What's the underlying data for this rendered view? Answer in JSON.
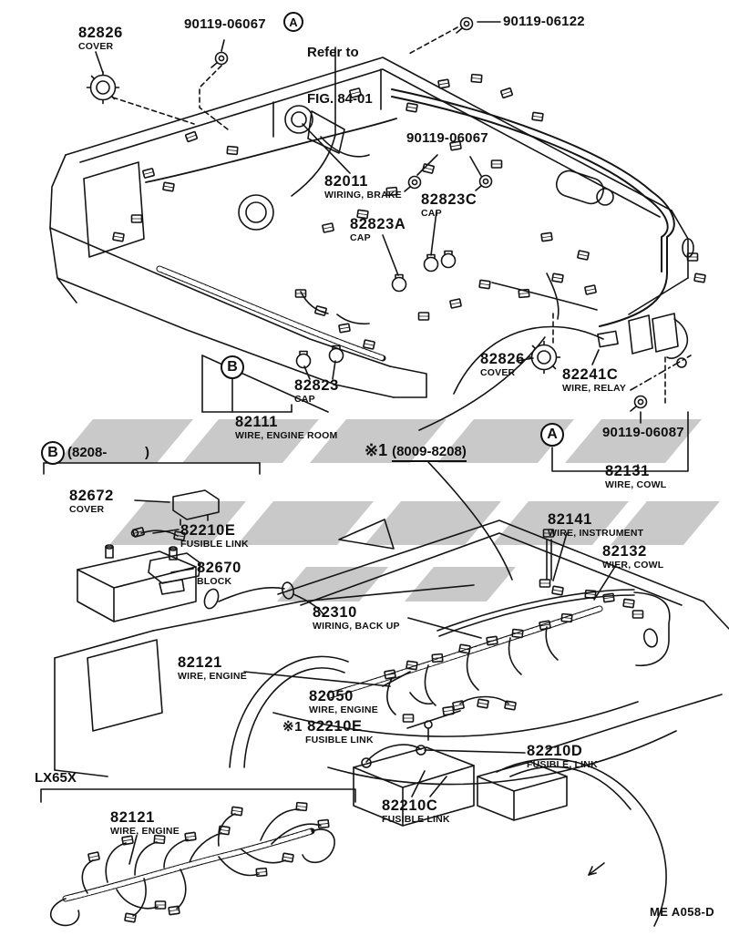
{
  "page": {
    "footer": "ME A058-D"
  },
  "notes": {
    "refer": {
      "line1": "Refer to",
      "line2": "FIG. 84-01"
    },
    "b_range": {
      "text": "(8208-          )"
    },
    "star_range": {
      "prefix": "※1",
      "range": "(8009-8208)"
    },
    "variant": "LX65X"
  },
  "markers": {
    "a_top": "A",
    "a_mid": "A",
    "b_top": "B",
    "b_note": "B"
  },
  "callouts": {
    "c82826_top": {
      "number": "82826",
      "desc": "COVER"
    },
    "bolt_06067_top": {
      "number": "90119-06067"
    },
    "bolt_06122": {
      "number": "90119-06122"
    },
    "bolt_06067_mid": {
      "number": "90119-06067"
    },
    "c82011": {
      "number": "82011",
      "desc": "WIRING, BRAKE"
    },
    "c82823c": {
      "number": "82823C",
      "desc": "CAP"
    },
    "c82823a": {
      "number": "82823A",
      "desc": "CAP"
    },
    "c82826_mid": {
      "number": "82826",
      "desc": "COVER"
    },
    "c82241c": {
      "number": "82241C",
      "desc": "WIRE, RELAY"
    },
    "bolt_06087": {
      "number": "90119-06087"
    },
    "c82131": {
      "number": "82131",
      "desc": "WIRE, COWL"
    },
    "c82823": {
      "number": "82823",
      "desc": "CAP"
    },
    "c82111": {
      "number": "82111",
      "desc": "WIRE, ENGINE ROOM"
    },
    "c82672": {
      "number": "82672",
      "desc": "COVER"
    },
    "c82210e": {
      "number": "82210E",
      "desc": "FUSIBLE LINK"
    },
    "c82670": {
      "number": "82670",
      "desc": "BLOCK"
    },
    "c82141": {
      "number": "82141",
      "desc": "WIRE, INSTRUMENT"
    },
    "c82132": {
      "number": "82132",
      "desc": "WIER, COWL"
    },
    "c82310": {
      "number": "82310",
      "desc": "WIRING, BACK UP"
    },
    "c82121_mid": {
      "number": "82121",
      "desc": "WIRE, ENGINE"
    },
    "c82050": {
      "number": "82050",
      "desc": "WIRE, ENGINE"
    },
    "c82210e_star": {
      "prefix": "※1",
      "number": "82210E",
      "desc": "FUSIBLE LINK"
    },
    "c82210d": {
      "number": "82210D",
      "desc": "FUSIBLE, LINK"
    },
    "c82210c": {
      "number": "82210C",
      "desc": "FUSIBLE LINK"
    },
    "c82121_bottom": {
      "number": "82121",
      "desc": "WIRE, ENGINE"
    }
  }
}
